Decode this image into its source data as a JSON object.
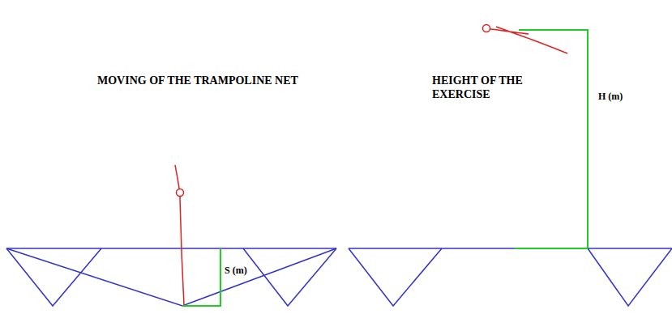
{
  "diagram": {
    "labels": [
      "MOVING OF THE TRAMPOLINE NET",
      "HEIGHT OF THE EXERCISE",
      "S (m)",
      "H (m)"
    ]
  }
}
